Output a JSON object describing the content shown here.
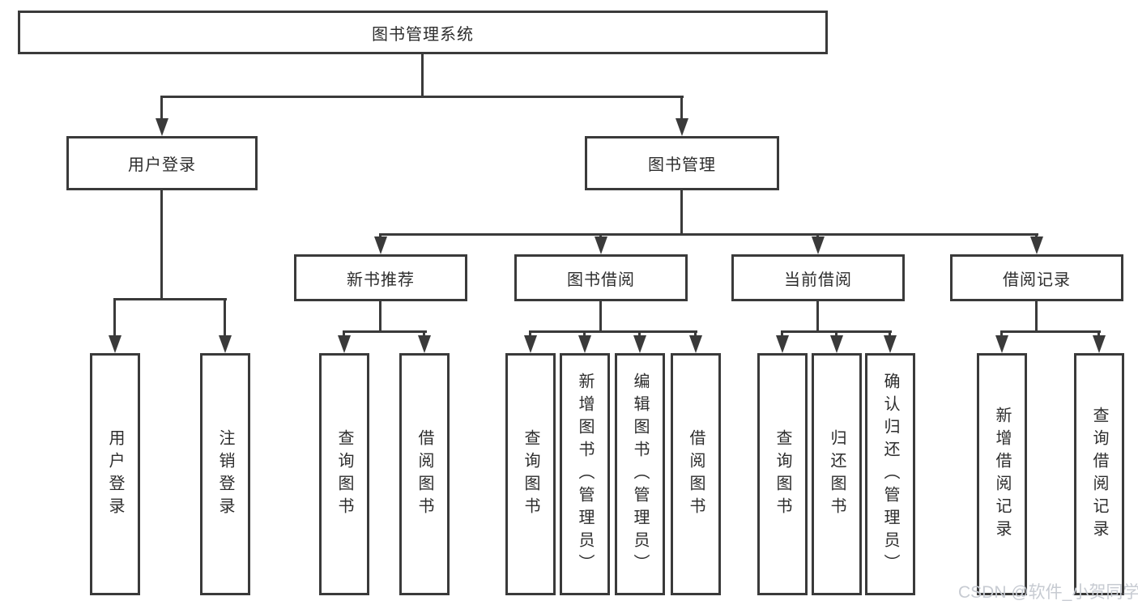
{
  "diagram_type": "hierarchy-tree",
  "tree": {
    "root": {
      "label": "图书管理系统"
    },
    "level2": [
      {
        "label": "用户登录",
        "children": [
          {
            "label": "用户登录"
          },
          {
            "label": "注销登录"
          }
        ]
      },
      {
        "label": "图书管理",
        "children": [
          {
            "label": "新书推荐",
            "children": [
              {
                "label": "查询图书"
              },
              {
                "label": "借阅图书"
              }
            ]
          },
          {
            "label": "图书借阅",
            "children": [
              {
                "label": "查询图书"
              },
              {
                "label": "新增图书（管理员）"
              },
              {
                "label": "编辑图书（管理员）"
              },
              {
                "label": "借阅图书"
              }
            ]
          },
          {
            "label": "当前借阅",
            "children": [
              {
                "label": "查询图书"
              },
              {
                "label": "归还图书"
              },
              {
                "label": "确认归还（管理员）"
              }
            ]
          },
          {
            "label": "借阅记录",
            "children": [
              {
                "label": "新增借阅记录"
              },
              {
                "label": "查询借阅记录"
              }
            ]
          }
        ]
      }
    ]
  },
  "watermark": {
    "text": "CSDN @软件_小贺同学"
  },
  "colors": {
    "line": "#3a3a3a",
    "text": "#2d2d2d",
    "box_fill": "#ffffff",
    "background": "#ffffff",
    "watermark": "#c7cbd2"
  }
}
